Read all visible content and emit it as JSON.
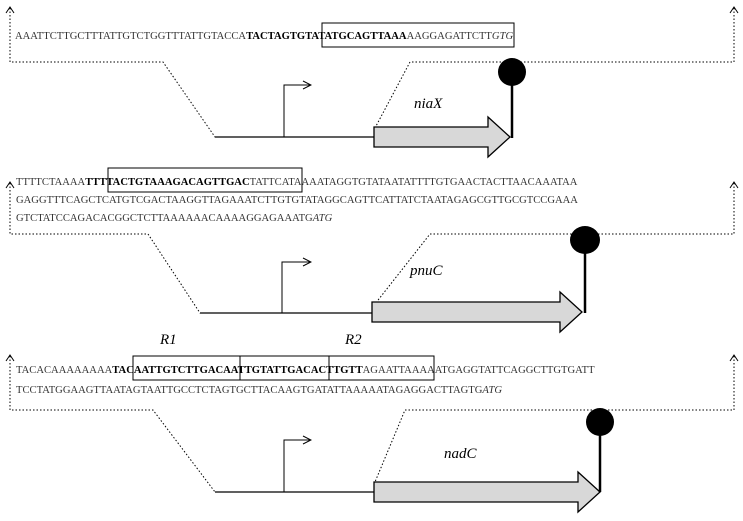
{
  "panels": [
    {
      "gene": "niaX",
      "lines": [
        [
          {
            "t": "AAATTCTTGCTTTATTGTCTGGTTTATTGTACCA"
          },
          {
            "t": "TACTAGTGTATATGCAGTTAAA",
            "s": "motif"
          },
          {
            "t": "AAGGAGATTCTT"
          },
          {
            "t": "GTG",
            "s": "start"
          }
        ]
      ]
    },
    {
      "gene": "pnuC",
      "lines": [
        [
          {
            "t": "TTTTCTAAAA"
          },
          {
            "t": "TTTTACTGTAAAGACAGTTGAC",
            "s": "motif"
          },
          {
            "t": "TATTCATAAAATAGGTGTATAATATTTTGTGAACTACTTAACAAATAA"
          }
        ],
        [
          {
            "t": "GAGGTTTCAGCTCATGTCGACTAAGGTTAGAAATCTTGTGTATAGGCAGTTCATTATCTAATAGAGCGTTGCGTCCGAAA"
          }
        ],
        [
          {
            "t": "GTCTATCCAGACACGGCTCTTAAAAAACAAAAGGAGAAATG"
          },
          {
            "t": "ATG",
            "s": "start"
          }
        ]
      ]
    },
    {
      "gene": "nadC",
      "regions": [
        "R1",
        "R2"
      ],
      "lines": [
        [
          {
            "t": "TACACAAAAAAAA"
          },
          {
            "t": "TACAATTGTCTT",
            "s": "motif"
          },
          {
            "t": "GACAATTGTATTGACACTTGTT",
            "s": "motif"
          },
          {
            "t": "AGAATTAAAAATGAGGTATTCAGGCTTGTGATT"
          }
        ],
        [
          {
            "t": "TCCTATGGAAGTTAATAGTAATTGCCTCTAGTGCTTACAAGTGATATTAAAAATAGAGGACTTAGTG"
          },
          {
            "t": "ATG",
            "s": "start"
          }
        ]
      ]
    }
  ]
}
